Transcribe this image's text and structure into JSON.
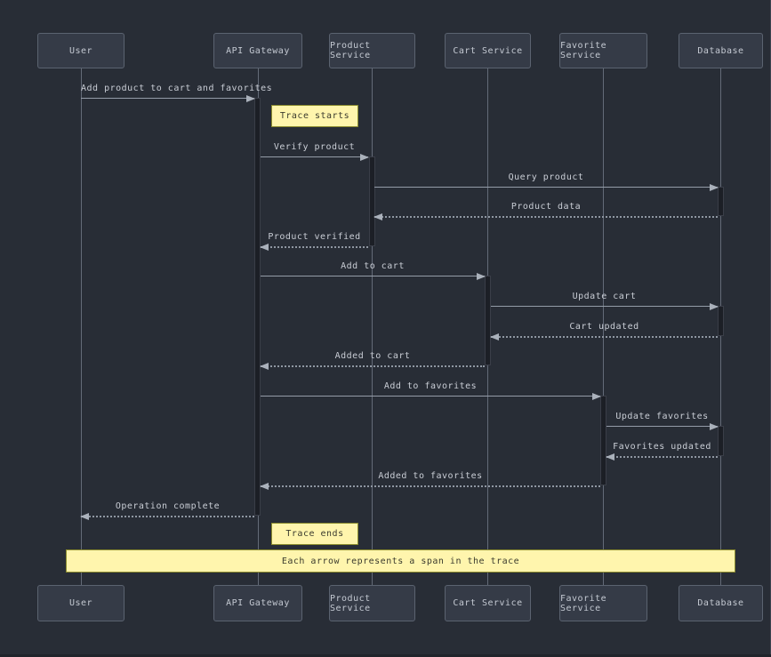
{
  "colors": {
    "background": "#282d36",
    "actor_fill": "#353b47",
    "actor_border": "#5b6370",
    "lifeline": "#646b78",
    "message_line": "#949ca8",
    "message_text": "#c9cdd5",
    "activation_fill": "#1c1f26",
    "note_fill": "#fff5ad",
    "note_border": "#8a8a2e",
    "note_text": "#3b3b2e"
  },
  "actors": [
    {
      "label": "User"
    },
    {
      "label": "API Gateway"
    },
    {
      "label": "Product Service"
    },
    {
      "label": "Cart Service"
    },
    {
      "label": "Favorite Service"
    },
    {
      "label": "Database"
    }
  ],
  "messages": [
    {
      "label": "Add product to cart and favorites",
      "type": "solid",
      "from": "User",
      "to": "API Gateway"
    },
    {
      "label": "Verify product",
      "type": "solid",
      "from": "API Gateway",
      "to": "Product Service"
    },
    {
      "label": "Query product",
      "type": "solid",
      "from": "Product Service",
      "to": "Database"
    },
    {
      "label": "Product data",
      "type": "dotted",
      "from": "Database",
      "to": "Product Service"
    },
    {
      "label": "Product verified",
      "type": "dotted",
      "from": "Product Service",
      "to": "API Gateway"
    },
    {
      "label": "Add to cart",
      "type": "solid",
      "from": "API Gateway",
      "to": "Cart Service"
    },
    {
      "label": "Update cart",
      "type": "solid",
      "from": "Cart Service",
      "to": "Database"
    },
    {
      "label": "Cart updated",
      "type": "dotted",
      "from": "Database",
      "to": "Cart Service"
    },
    {
      "label": "Added to cart",
      "type": "dotted",
      "from": "Cart Service",
      "to": "API Gateway"
    },
    {
      "label": "Add to favorites",
      "type": "solid",
      "from": "API Gateway",
      "to": "Favorite Service"
    },
    {
      "label": "Update favorites",
      "type": "solid",
      "from": "Favorite Service",
      "to": "Database"
    },
    {
      "label": "Favorites updated",
      "type": "dotted",
      "from": "Database",
      "to": "Favorite Service"
    },
    {
      "label": "Added to favorites",
      "type": "dotted",
      "from": "Favorite Service",
      "to": "API Gateway"
    },
    {
      "label": "Operation complete",
      "type": "dotted",
      "from": "API Gateway",
      "to": "User"
    }
  ],
  "notes": [
    {
      "label": "Trace starts"
    },
    {
      "label": "Trace ends"
    },
    {
      "label": "Each arrow represents a span in the trace"
    }
  ]
}
